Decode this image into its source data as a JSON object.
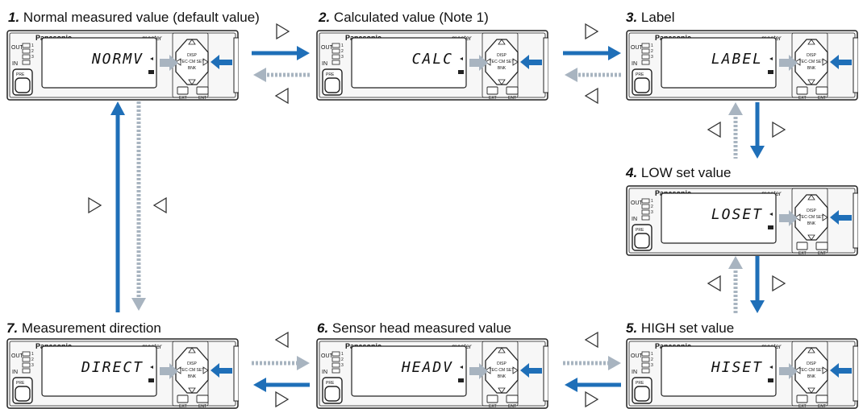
{
  "steps": [
    {
      "num": "1.",
      "title": "Normal measured value (default value)",
      "display": "NORMV"
    },
    {
      "num": "2.",
      "title": "Calculated value (Note 1)",
      "display": "CALC"
    },
    {
      "num": "3.",
      "title": "Label",
      "display": "LABEL"
    },
    {
      "num": "4.",
      "title": "LOW set value",
      "display": "LOSET"
    },
    {
      "num": "5.",
      "title": "HIGH set value",
      "display": "HISET"
    },
    {
      "num": "6.",
      "title": "Sensor head measured value",
      "display": "HEADV"
    },
    {
      "num": "7.",
      "title": "Measurement direction",
      "display": "DIRECT"
    }
  ],
  "device": {
    "brand": "Panasonic",
    "model": "master",
    "out_label": "OUT",
    "out_numbers": [
      "1",
      "2",
      "3"
    ],
    "in_label": "IN",
    "pre_label": "PRE",
    "center_lines": [
      "DISP",
      "TEC·CM SET",
      "BNK"
    ],
    "ext_label": "EXT",
    "ent_label": "ENT"
  },
  "colors": {
    "forward_arrow": "#1f6fb8",
    "backward_arrow": "#a8b4c0",
    "nav_triangle": "#333333"
  },
  "icons": {
    "forward": "solid-blue-arrow",
    "backward": "dashed-grey-arrow",
    "right_key": "right-triangle-icon",
    "left_key": "left-triangle-icon"
  }
}
